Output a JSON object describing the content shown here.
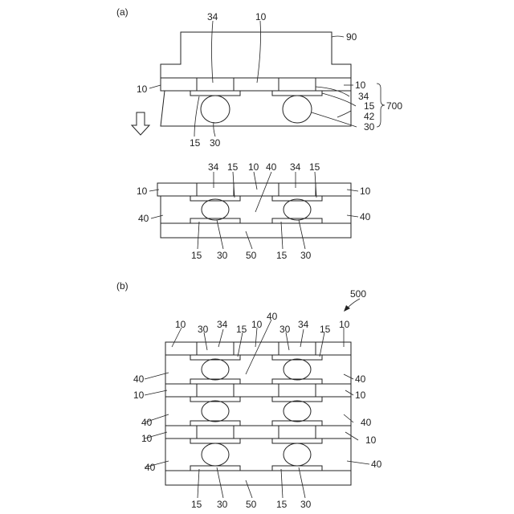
{
  "panels": {
    "a": {
      "caption": "(a)",
      "labels": {
        "t34": "34",
        "t10top": "10",
        "t90": "90",
        "l10": "10",
        "r10": "10",
        "r34": "34",
        "r15": "15",
        "r42": "42",
        "r30": "30",
        "r700": "700",
        "b15": "15",
        "b30": "30",
        "s_t34a": "34",
        "s_t15a": "15",
        "s_t10": "10",
        "s_t40": "40",
        "s_t34b": "34",
        "s_t15b": "15",
        "s_l10": "10",
        "s_r10": "10",
        "s_l40": "40",
        "s_r40": "40",
        "s_b15a": "15",
        "s_b30a": "30",
        "s_b50": "50",
        "s_b15b": "15",
        "s_b30b": "30"
      }
    },
    "b": {
      "caption": "(b)",
      "ref": "500",
      "labels": {
        "t40": "40",
        "t10a": "10",
        "t30a": "30",
        "t34a": "34",
        "t15a": "15",
        "t10b": "10",
        "t30b": "30",
        "t34b": "34",
        "t15b": "15",
        "t10c": "10",
        "l40a": "40",
        "l10a": "10",
        "l40b": "40",
        "l10b": "10",
        "l40c": "40",
        "r40a": "40",
        "r10a": "10",
        "r40b": "40",
        "r10b": "10",
        "r40c": "40",
        "b15a": "15",
        "b30a": "30",
        "b50": "50",
        "b15b": "15",
        "b30b": "30"
      }
    }
  }
}
